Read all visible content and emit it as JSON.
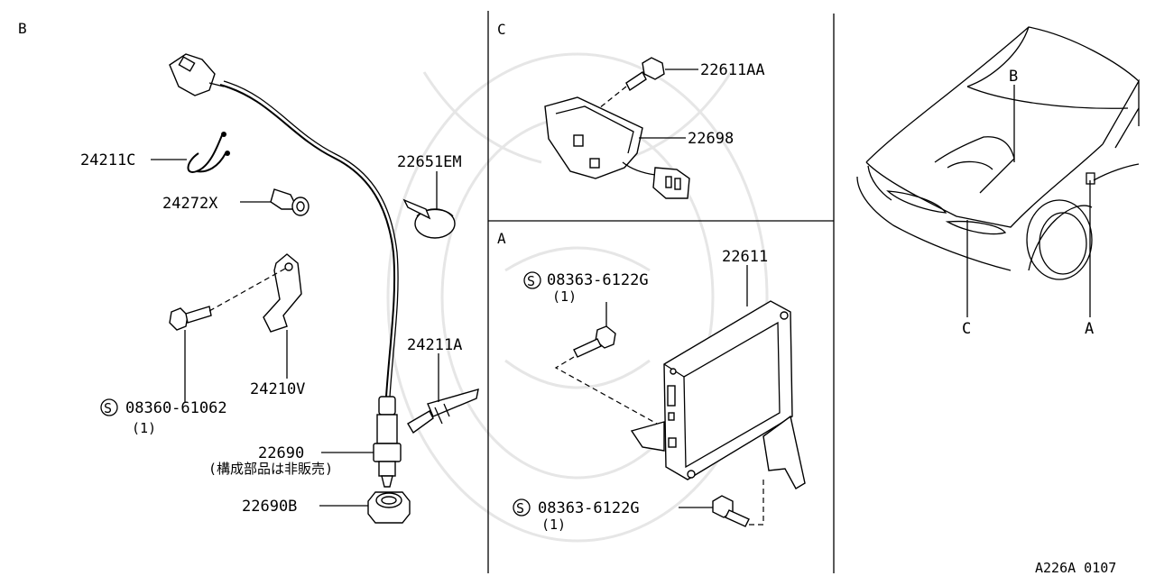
{
  "sections": {
    "b": "B",
    "c": "C",
    "a": "A"
  },
  "parts_b": {
    "p24211c": "24211C",
    "p24272x": "24272X",
    "p22651em": "22651EM",
    "p24211a": "24211A",
    "p24210v": "24210V",
    "p08360": "08360-61062",
    "p08360_qty": "(1)",
    "p22690": "22690",
    "p22690_note": "(構成部品は非販売)",
    "p22690b": "22690B"
  },
  "parts_c": {
    "p22611aa": "22611AA",
    "p22698": "22698"
  },
  "parts_a": {
    "p22611": "22611",
    "bolt_top": "08363-6122G",
    "bolt_top_qty": "(1)",
    "bolt_bottom": "08363-6122G",
    "bolt_bottom_qty": "(1)"
  },
  "car_view": {
    "label_b": "B",
    "label_c": "C",
    "label_a": "A"
  },
  "screw_symbol": "S",
  "diagram_code": "A226A 0107"
}
